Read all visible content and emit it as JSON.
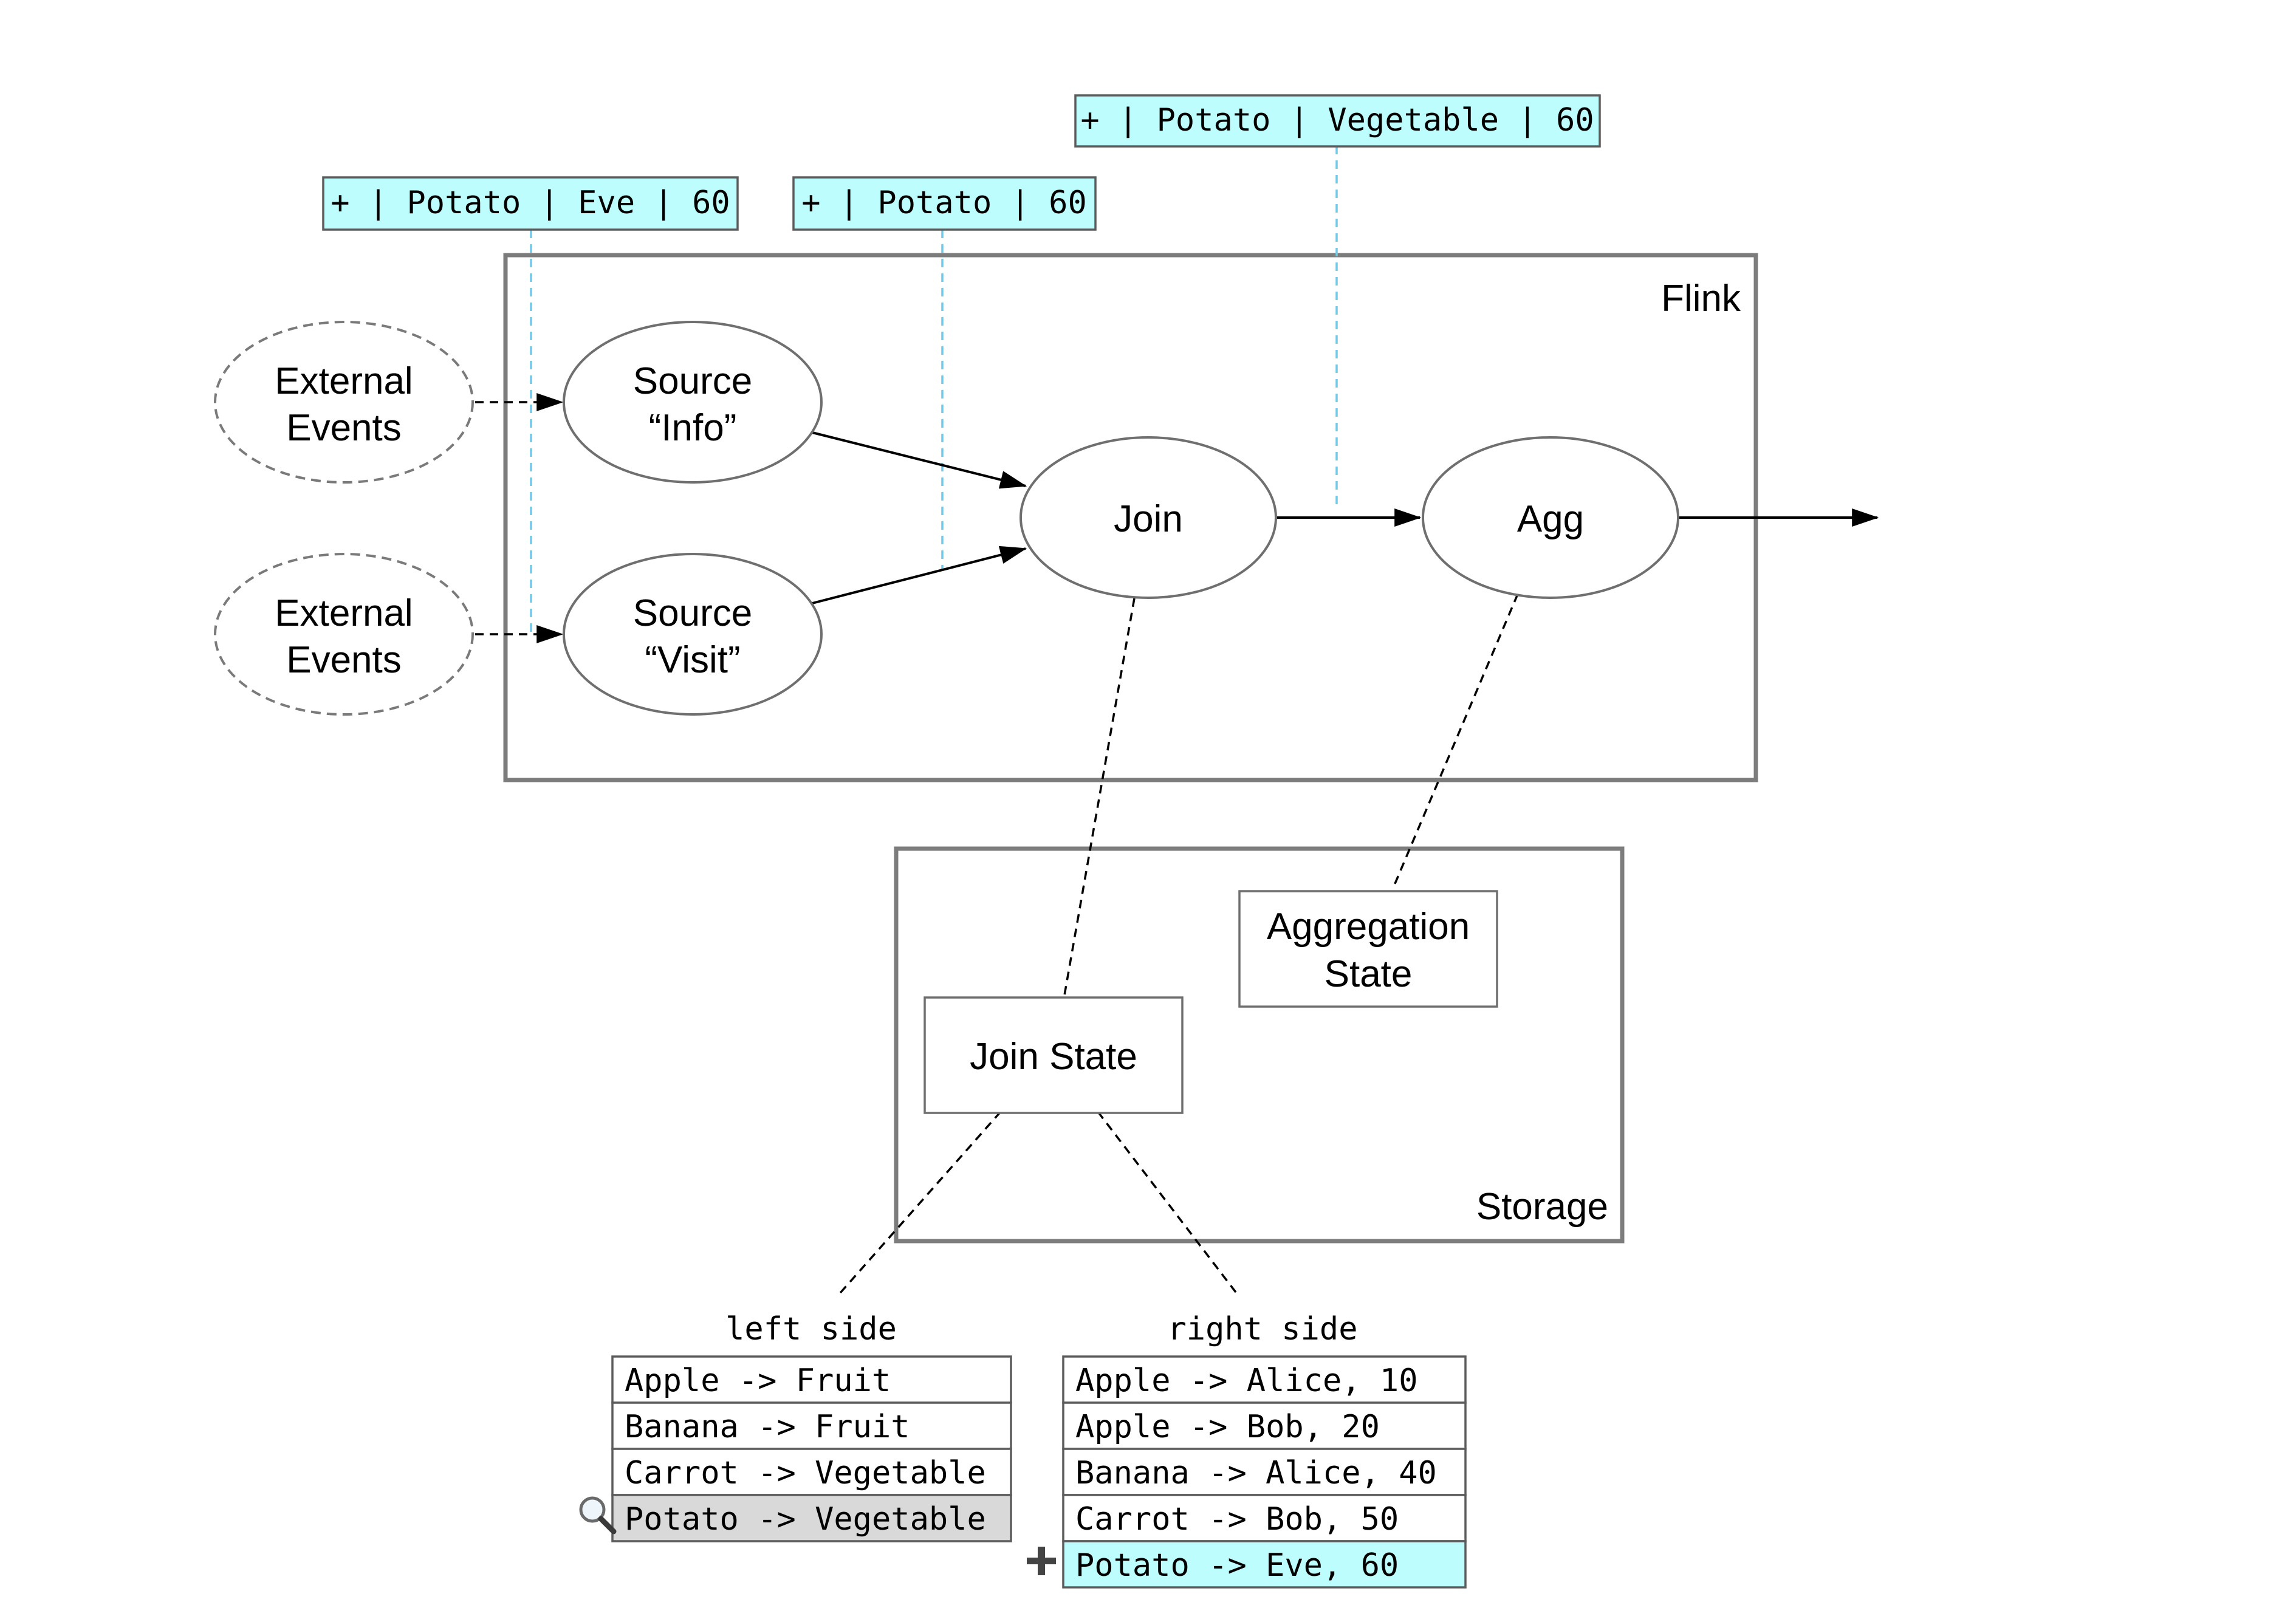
{
  "flink": {
    "label": "Flink"
  },
  "storage": {
    "label": "Storage"
  },
  "external_events": [
    {
      "line1": "External",
      "line2": "Events"
    },
    {
      "line1": "External",
      "line2": "Events"
    }
  ],
  "sources": [
    {
      "line1": "Source",
      "line2": "“Info”"
    },
    {
      "line1": "Source",
      "line2": "“Visit”"
    }
  ],
  "operators": {
    "join": "Join",
    "agg": "Agg"
  },
  "states": {
    "aggregation_line1": "Aggregation",
    "aggregation_line2": "State",
    "join": "Join State"
  },
  "messages": {
    "visit_record": "+ | Potato | Eve | 60",
    "info_record": "+ | Potato | 60",
    "join_output": "+ | Potato | Vegetable | 60"
  },
  "left_side": {
    "title": "left side",
    "rows": [
      "Apple -> Fruit",
      "Banana -> Fruit",
      "Carrot -> Vegetable",
      "Potato -> Vegetable"
    ],
    "lookup_row": 3
  },
  "right_side": {
    "title": "right side",
    "rows": [
      "Apple -> Alice, 10",
      "Apple -> Bob, 20",
      "Banana -> Alice, 40",
      "Carrot -> Bob, 50",
      "Potato -> Eve, 60"
    ],
    "inserted_row": 4
  },
  "icons": {
    "lookup": "magnifier-icon",
    "insert": "plus-icon"
  },
  "colors": {
    "record_highlight": "#bdfdfd",
    "lookup_highlight": "#d9d9d9",
    "record_link": "#72c9e8"
  }
}
